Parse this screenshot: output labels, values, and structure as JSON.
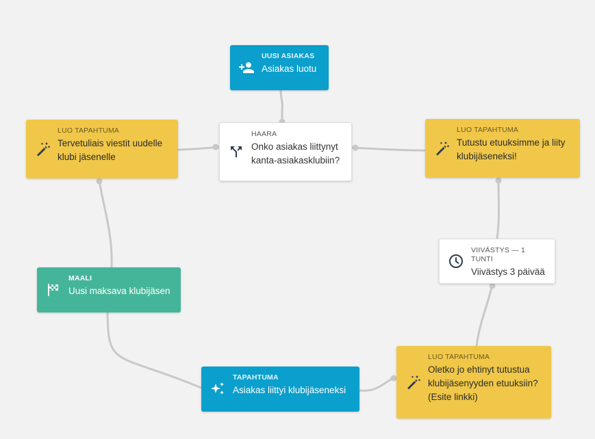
{
  "colors": {
    "background": "#f2f2f2",
    "new_customer": "#0a9fcc",
    "create_event": "#f0c748",
    "branch": "#ffffff",
    "delay": "#ffffff",
    "goal": "#45b59a",
    "event": "#0a9fcc",
    "connector": "#c8c8c8"
  },
  "nodes": {
    "new_customer": {
      "type": "UUSI ASIAKAS",
      "title": "Asiakas luotu",
      "icon": "add-person-icon"
    },
    "branch": {
      "type": "HAARA",
      "title": "Onko asiakas liittynyt kanta-asiakasklubiin?",
      "icon": "branch-split-icon"
    },
    "welcome_event": {
      "type": "LUO TAPAHTUMA",
      "title": "Tervetuliais viestit uudelle klubi jäsenelle",
      "icon": "magic-wand-icon"
    },
    "benefits_event": {
      "type": "LUO TAPAHTUMA",
      "title": "Tutustu etuuksimme ja liity klubijäseneksi!",
      "icon": "magic-wand-icon"
    },
    "delay": {
      "type": "VIIVÄSTYS — 1 TUNTI",
      "title": "Viivästys 3 päivää",
      "icon": "clock-icon"
    },
    "goal": {
      "type": "MAALI",
      "title": "Uusi maksava klubijäsen",
      "icon": "checkered-flag-icon"
    },
    "joined_event": {
      "type": "TAPAHTUMA",
      "title": "Asiakas liittyi klubijäseneksi",
      "icon": "sparkles-icon"
    },
    "reminder_event": {
      "type": "LUO TAPAHTUMA",
      "title": "Oletko jo ehtinyt tutustua klubijäsenyyden etuuksiin? (Esite linkki)",
      "icon": "magic-wand-icon"
    }
  }
}
